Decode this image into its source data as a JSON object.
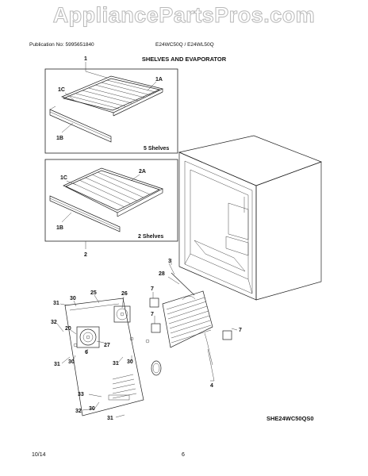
{
  "watermark": "AppliancePartsPros.com",
  "header": {
    "publication": "Publication No: 5995651840",
    "models": "E24WC50Q / E24WL50Q",
    "section_title": "SHELVES AND EVAPORATOR"
  },
  "callouts": {
    "c1": "1",
    "c1c_top": "1C",
    "c1a": "1A",
    "c1b_top": "1B",
    "shelves5": "5 Shelves",
    "c1c_mid": "1C",
    "c2a": "2A",
    "c1b_mid": "1B",
    "shelves2": "2 Shelves",
    "c2": "2",
    "c3": "3",
    "c28": "28",
    "c7_a": "7",
    "c7_b": "7",
    "c7_c": "7",
    "c4": "4",
    "c31_a": "31",
    "c30_a": "30",
    "c25": "25",
    "c26": "26",
    "c32_a": "32",
    "c20": "20",
    "c6": "6",
    "c27": "27",
    "c31_b": "31",
    "c30_b": "30",
    "c31_c": "31",
    "c30_c": "30",
    "c33": "33",
    "c30_d": "30",
    "c32_b": "32",
    "c31_d": "31"
  },
  "footer": {
    "diagram_ref": "SHE24WC50QS0",
    "date": "10/14",
    "page": "6"
  }
}
